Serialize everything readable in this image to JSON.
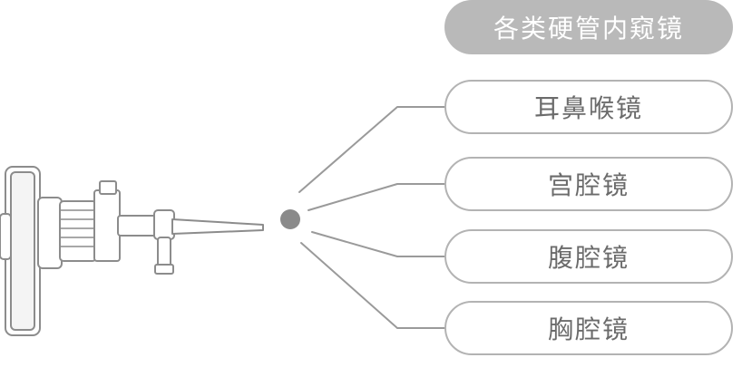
{
  "header": {
    "label": "各类硬管内窥镜"
  },
  "items": [
    {
      "label": "耳鼻喉镜"
    },
    {
      "label": "宫腔镜"
    },
    {
      "label": "腹腔镜"
    },
    {
      "label": "胸腔镜"
    }
  ],
  "icons": {
    "device": "rigid-endoscope-icon",
    "hub": "hub-dot-icon"
  },
  "colors": {
    "header_bg": "#b9b9b9",
    "header_text": "#ffffff",
    "item_border": "#b3b3b3",
    "item_text": "#6b6b6b",
    "line": "#9a9a9a",
    "hub": "#8a8a8a",
    "device_stroke": "#8c8c8c"
  }
}
